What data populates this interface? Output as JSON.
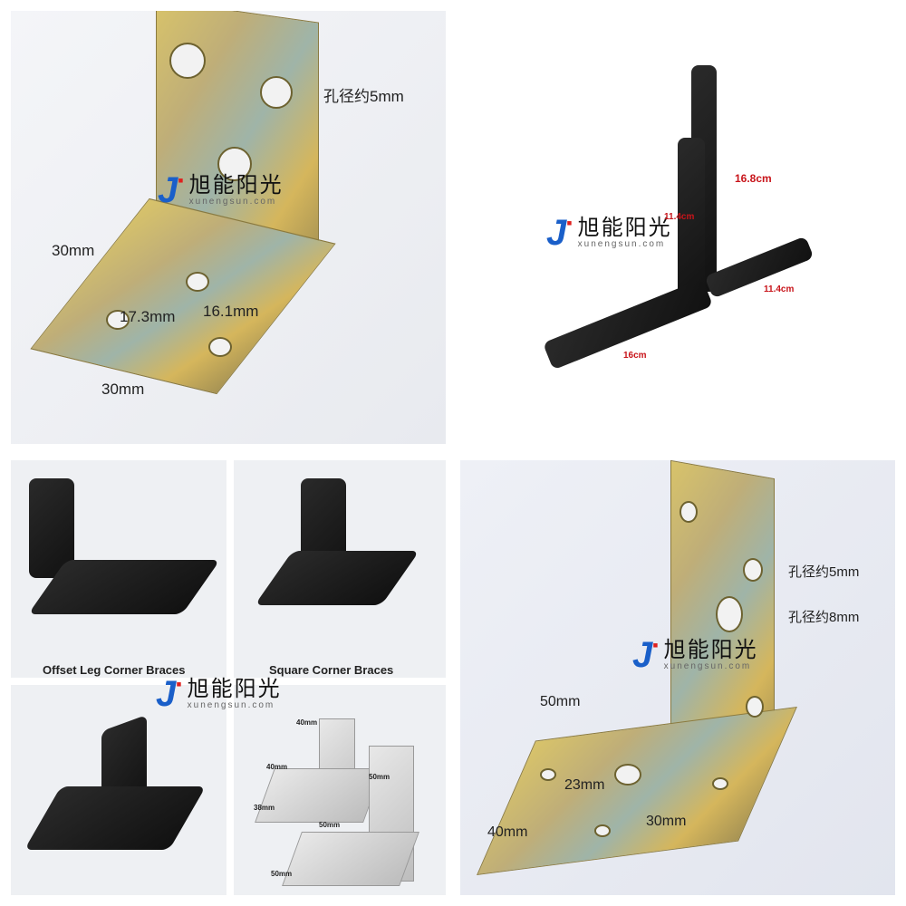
{
  "logo": {
    "brand_cn": "旭能阳光",
    "url": "xunengsun.com"
  },
  "panel_top_left": {
    "labels": [
      "孔径约5mm",
      "30mm",
      "30mm",
      "17.3mm",
      "16.1mm"
    ]
  },
  "panel_top_right": {
    "labels": [
      "16.8cm",
      "11.4cm",
      "11.4cm",
      "16cm"
    ],
    "annotation_color": "#c8141a"
  },
  "panel_bottom_left": {
    "captions": [
      "Offset Leg Corner Braces",
      "Square Corner Braces"
    ],
    "silver_labels": [
      "40mm",
      "40mm",
      "38mm",
      "50mm",
      "50mm",
      "50mm"
    ]
  },
  "panel_bottom_right": {
    "labels": [
      "孔径约5mm",
      "孔径约8mm",
      "50mm",
      "40mm",
      "23mm",
      "30mm"
    ]
  }
}
